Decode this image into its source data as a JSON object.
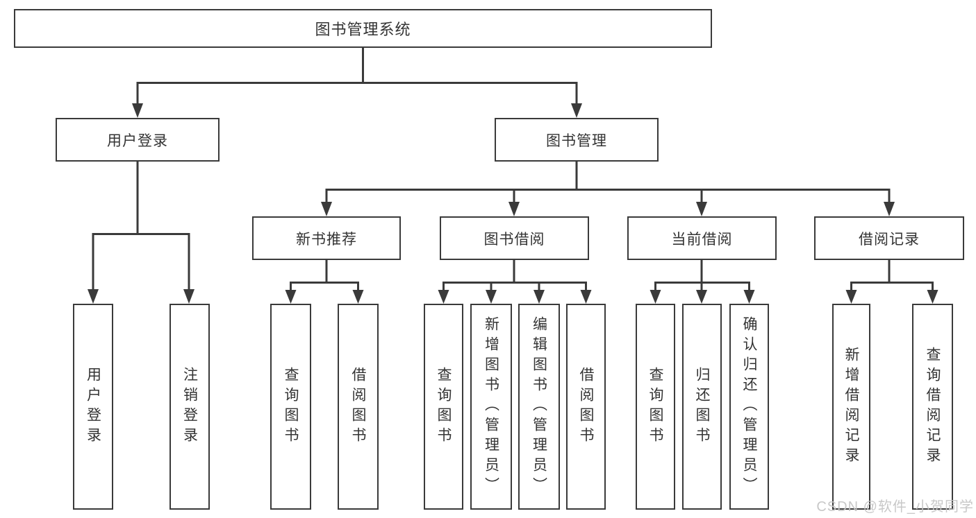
{
  "watermark": {
    "text": "CSDN @软件_小贺同学",
    "color": "#c5c5c5"
  },
  "colors": {
    "line": "#3a3a3a",
    "text": "#333333",
    "background": "#ffffff"
  },
  "tree": {
    "root": {
      "label": "图书管理系统"
    },
    "branches": [
      {
        "label": "用户登录",
        "children": [
          {
            "label": "用户登录"
          },
          {
            "label": "注销登录"
          }
        ]
      },
      {
        "label": "图书管理",
        "children": [
          {
            "label": "新书推荐",
            "children": [
              {
                "label": "查询图书"
              },
              {
                "label": "借阅图书"
              }
            ]
          },
          {
            "label": "图书借阅",
            "children": [
              {
                "label": "查询图书"
              },
              {
                "label": "新增图书（管理员）"
              },
              {
                "label": "编辑图书（管理员）"
              },
              {
                "label": "借阅图书"
              }
            ]
          },
          {
            "label": "当前借阅",
            "children": [
              {
                "label": "查询图书"
              },
              {
                "label": "归还图书"
              },
              {
                "label": "确认归还（管理员）"
              }
            ]
          },
          {
            "label": "借阅记录",
            "children": [
              {
                "label": "新增借阅记录"
              },
              {
                "label": "查询借阅记录"
              }
            ]
          }
        ]
      }
    ]
  }
}
